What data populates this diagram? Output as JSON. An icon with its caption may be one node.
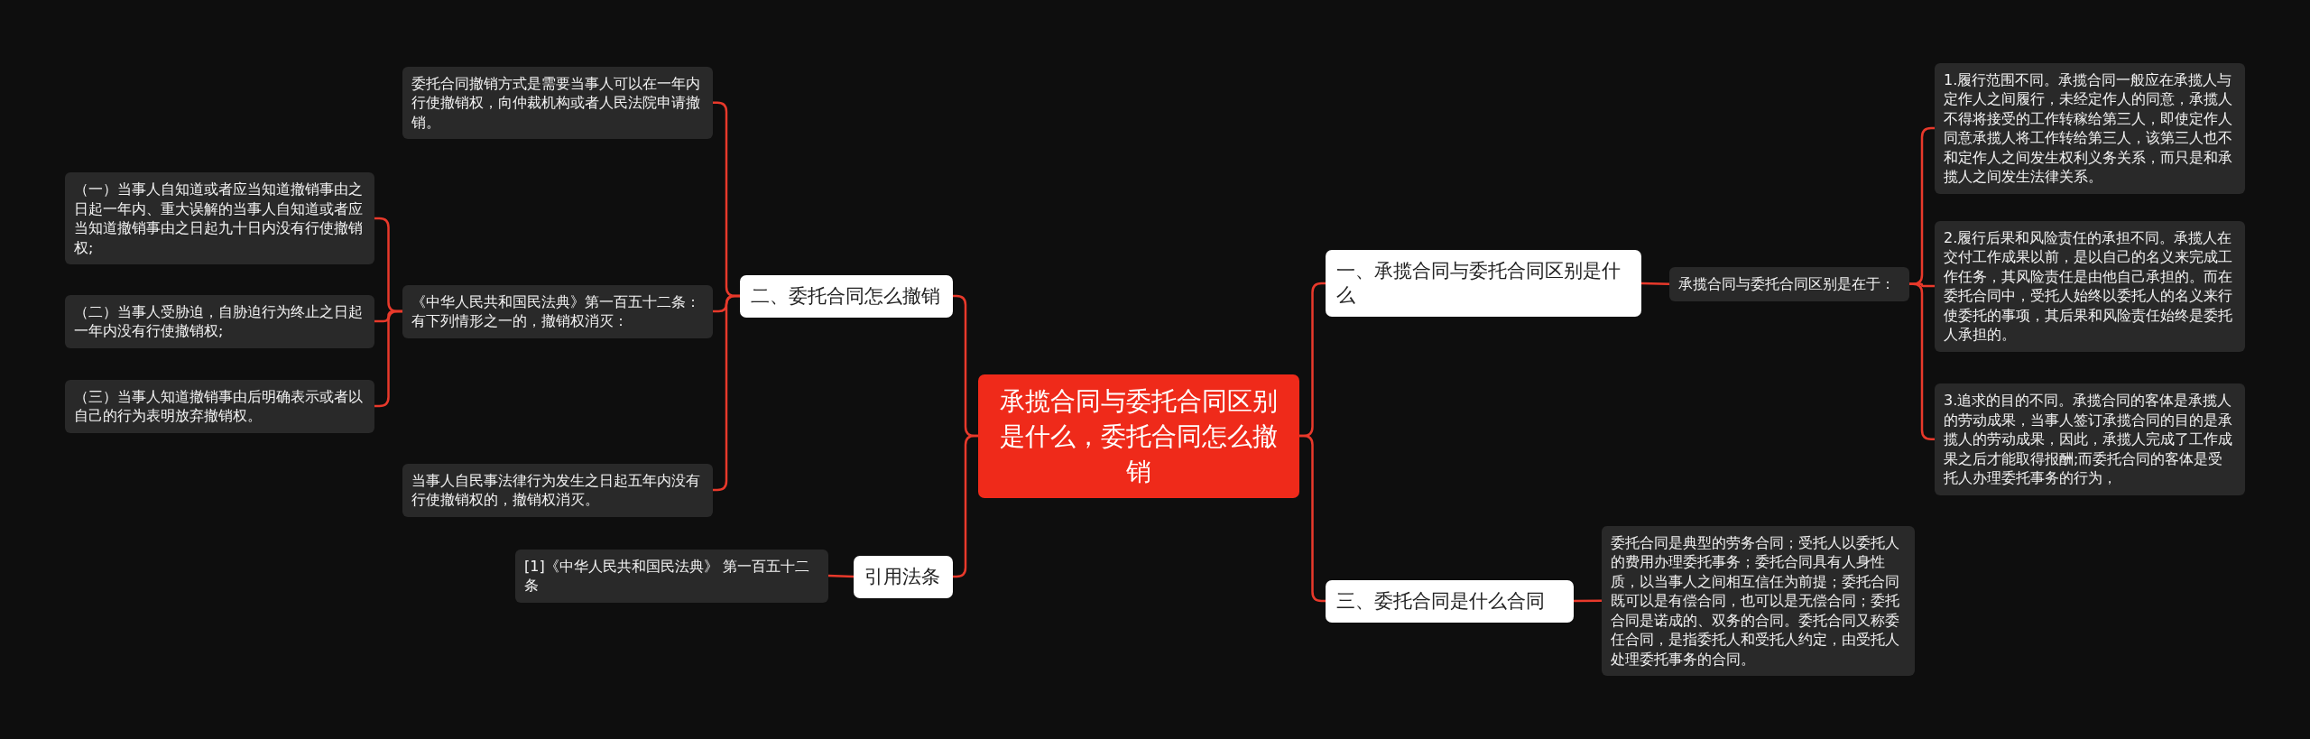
{
  "diagram": {
    "nodes": [
      {
        "text": [
          "承揽合同与委托合同区别是什么，委托合同怎么撤销"
        ]
      },
      {
        "text": [
          "一、承揽合同与委托合同区别是什么"
        ]
      },
      {
        "text": [
          "承揽合同与委托合同区别是在于："
        ]
      },
      {
        "text": [
          "1.履行范围不同。承揽合同一般应在承揽人与定作人之间履行，未经定作人的同意，承揽人不得将接受的工作转稼给第三人，即使定作人同意承揽人将工作转给第三人，该第三人也不和定作人之间发生权利义务关系，而只是和承揽人之间发生法律关系。"
        ]
      },
      {
        "text": [
          "2.履行后果和风险责任的承担不同。承揽人在交付工作成果以前，是以自己的名义来完成工作任务，其风险责任是由他自己承担的。而在委托合同中，受托人始终以委托人的名义来行使委托的事项，其后果和风险责任始终是委托人承担的。"
        ]
      },
      {
        "text": [
          "3.追求的目的不同。承揽合同的客体是承揽人的劳动成果，当事人签订承揽合同的目的是承揽人的劳动成果，因此，承揽人完成了工作成果之后才能取得报酬;而委托合同的客体是受托人办理委托事务的行为，"
        ]
      },
      {
        "text": [
          "三、委托合同是什么合同"
        ]
      },
      {
        "text": [
          "委托合同是典型的劳务合同；受托人以委托人的费用办理委托事务；委托合同具有人身性质，以当事人之间相互信任为前提；委托合同既可以是有偿合同，也可以是无偿合同；委托合同是诺成的、双务的合同。委托合同又称委任合同，是指委托人和受托人约定，由受托人处理委托事务的合同。"
        ]
      },
      {
        "text": [
          "二、委托合同怎么撤销"
        ]
      },
      {
        "text": [
          "委托合同撤销方式是需要当事人可以在一年内行使撤销权，向仲裁机构或者人民法院申请撤销。"
        ]
      },
      {
        "text": [
          "《中华人民共和国民法典》第一百五十二条：有下列情形之一的，撤销权消灭："
        ]
      },
      {
        "text": [
          "（一）当事人自知道或者应当知道撤销事由之日起一年内、重大误解的当事人自知道或者应当知道撤销事由之日起九十日内没有行使撤销权;"
        ]
      },
      {
        "text": [
          "（二）当事人受胁迫，自胁迫行为终止之日起一年内没有行使撤销权;"
        ]
      },
      {
        "text": [
          "（三）当事人知道撤销事由后明确表示或者以自己的行为表明放弃撤销权。"
        ]
      },
      {
        "text": [
          "当事人自民事法律行为发生之日起五年内没有行使撤销权的，撤销权消灭。"
        ]
      },
      {
        "text": [
          "引用法条"
        ]
      },
      {
        "text": [
          "[1]《中华人民共和国民法典》 第一百五十二条"
        ]
      }
    ],
    "edges": [
      {
        "from": 0,
        "to": 1,
        "arrow": "none"
      },
      {
        "from": 1,
        "to": 2,
        "arrow": "none"
      },
      {
        "from": 2,
        "to": 3,
        "arrow": "none"
      },
      {
        "from": 2,
        "to": 4,
        "arrow": "none"
      },
      {
        "from": 2,
        "to": 5,
        "arrow": "none"
      },
      {
        "from": 0,
        "to": 6,
        "arrow": "none"
      },
      {
        "from": 6,
        "to": 7,
        "arrow": "none"
      },
      {
        "from": 0,
        "to": 8,
        "arrow": "none"
      },
      {
        "from": 8,
        "to": 9,
        "arrow": "none"
      },
      {
        "from": 8,
        "to": 10,
        "arrow": "none"
      },
      {
        "from": 10,
        "to": 11,
        "arrow": "none"
      },
      {
        "from": 10,
        "to": 12,
        "arrow": "none"
      },
      {
        "from": 10,
        "to": 13,
        "arrow": "none"
      },
      {
        "from": 8,
        "to": 14,
        "arrow": "none"
      },
      {
        "from": 0,
        "to": 15,
        "arrow": "none"
      },
      {
        "from": 15,
        "to": 16,
        "arrow": "none"
      }
    ]
  }
}
